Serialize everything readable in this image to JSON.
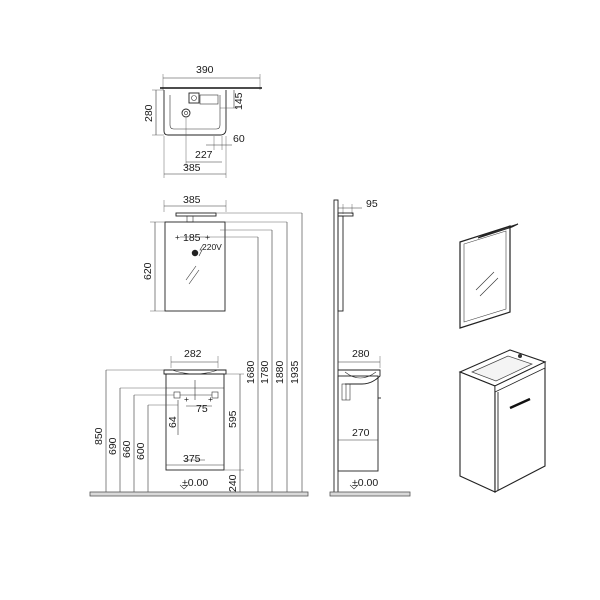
{
  "plan_view": {
    "width": "390",
    "depth": "280",
    "tap_offset": "145",
    "drain_offset": "60",
    "drain_center": "227",
    "body_width": "385"
  },
  "front_view": {
    "mirror_width": "385",
    "mirror_height": "620",
    "socket_spacing": "185",
    "socket_label": "220V",
    "cabinet_inner_width": "282",
    "cabinet_width": "375",
    "cabinet_height": "595",
    "plinth_height": "240",
    "drain_height": "64",
    "waste_spacing": "75",
    "levels": [
      "850",
      "690",
      "660",
      "600"
    ],
    "mirror_levels": [
      "1680",
      "1780",
      "1880",
      "1935"
    ],
    "floor_label": "±0.00"
  },
  "side_view": {
    "mirror_depth": "95",
    "basin_depth": "280",
    "cabinet_depth": "270",
    "floor_label": "±0.00"
  },
  "colors": {
    "line": "#222222",
    "floor": "#d9d9d9",
    "render_body": "#ffffff"
  },
  "icons": [
    "mirror-glint-icon",
    "socket-icon",
    "tap-icon",
    "drain-icon",
    "handle-icon"
  ]
}
